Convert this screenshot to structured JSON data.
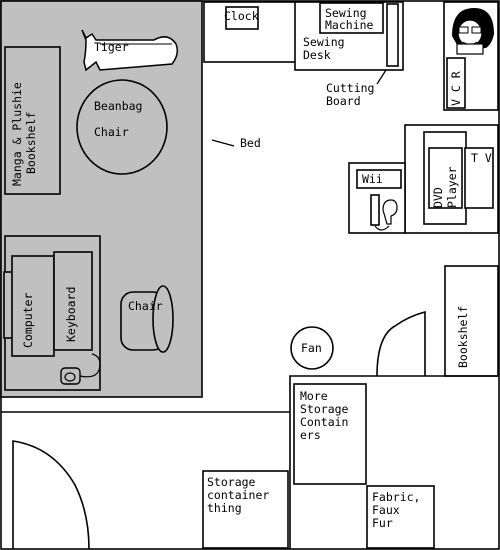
{
  "labels": {
    "clock": "Clock",
    "sewing_machine": [
      "Sewing",
      "Machine"
    ],
    "sewing_desk": [
      "Sewing",
      "Desk"
    ],
    "cutting_board": [
      "Cutting",
      "Board"
    ],
    "vcr": "V C R",
    "tiger": "Tiger",
    "beanbag_chair": [
      "Beanbag",
      "Chair"
    ],
    "manga_bookshelf": [
      "Manga & Plushie",
      "Bookshelf"
    ],
    "bed": "Bed",
    "wii": "Wii",
    "dvd_player": [
      "DVD",
      "Player"
    ],
    "tv": "T V",
    "computer": "Computer",
    "keyboard": "Keyboard",
    "chair": "Chair",
    "fan": "Fan",
    "bookshelf": "Bookshelf",
    "more_storage": [
      "More",
      "Storage",
      "Contain",
      "ers"
    ],
    "storage_thing": [
      "Storage",
      "container",
      "thing"
    ],
    "fabric": [
      "Fabric,",
      "Faux",
      "Fur"
    ]
  }
}
